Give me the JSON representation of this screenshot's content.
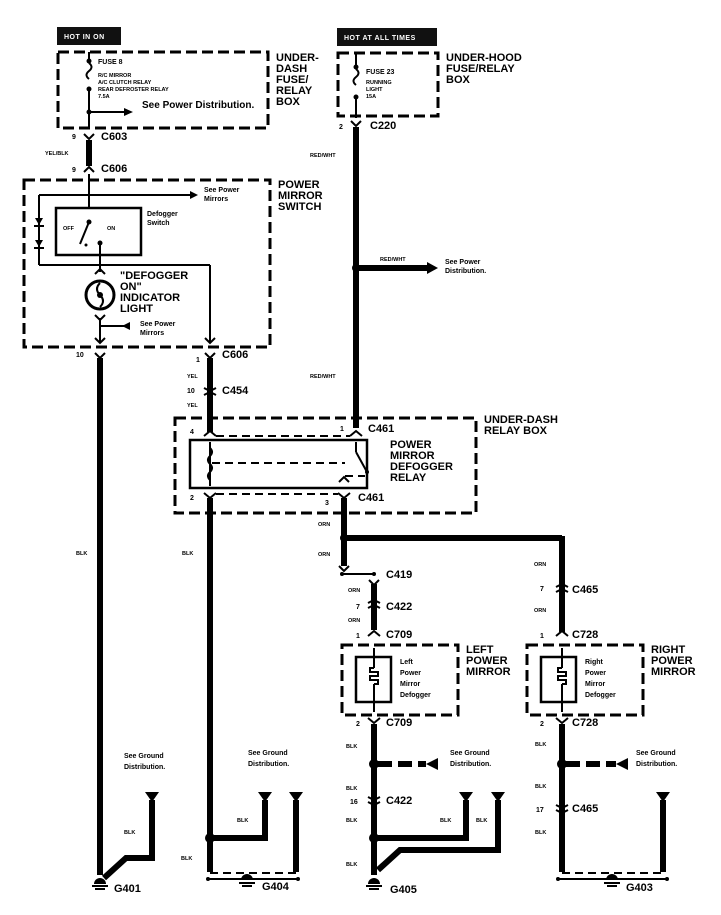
{
  "power_sources": {
    "hot_in_on": "HOT IN ON",
    "hot_at_all_times": "HOT AT ALL TIMES"
  },
  "underdash_fuse_box": {
    "label_lines": [
      "UNDER-",
      "DASH",
      "FUSE/",
      "RELAY",
      "BOX"
    ],
    "fuse_name": "FUSE 8",
    "fuse_lines": [
      "R/C MIRROR",
      "A/C CLUTCH RELAY",
      "REAR DEFROSTER RELAY",
      "7.5A"
    ],
    "note": "See Power Distribution."
  },
  "underhood_fuse_box": {
    "label_lines": [
      "UNDER-HOOD",
      "FUSE/RELAY",
      "BOX"
    ],
    "fuse_name": "FUSE 23",
    "fuse_lines": [
      "RUNNING",
      "LIGHT",
      "15A"
    ]
  },
  "power_mirror_switch": {
    "label_lines": [
      "POWER",
      "MIRROR",
      "SWITCH"
    ],
    "defogger_switch_lines": [
      "Defogger",
      "Switch"
    ],
    "off_label": "OFF",
    "on_label": "ON",
    "indicator_lines": [
      "\"DEFOGGER",
      "ON\"",
      "INDICATOR",
      "LIGHT"
    ],
    "note_top": [
      "See Power",
      "Mirrors"
    ],
    "note_bottom": [
      "See Power",
      "Mirrors"
    ]
  },
  "connectors": {
    "c603": {
      "name": "C603",
      "pin": "9"
    },
    "c606_top": {
      "name": "C606",
      "pin": "9"
    },
    "c606_bottom": {
      "name": "C606",
      "pin_left": "10",
      "pin_right": "1"
    },
    "c220": {
      "name": "C220",
      "pin": "2"
    },
    "c454": {
      "name": "C454",
      "pin": "10"
    },
    "c461_top": {
      "name": "C461",
      "pin_left": "4",
      "pin_right": "1"
    },
    "c461_bottom": {
      "name": "C461",
      "pin_left": "2",
      "pin_right": "3"
    },
    "c419": {
      "name": "C419"
    },
    "c422_top": {
      "name": "C422",
      "pin": "7"
    },
    "c709_top": {
      "name": "C709",
      "pin": "1"
    },
    "c709_bottom": {
      "name": "C709",
      "pin": "2"
    },
    "c465_top": {
      "name": "C465",
      "pin": "7"
    },
    "c728_top": {
      "name": "C728",
      "pin": "1"
    },
    "c728_bottom": {
      "name": "C728",
      "pin": "2"
    },
    "c422_bottom": {
      "name": "C422",
      "pin": "16"
    },
    "c465_bottom": {
      "name": "C465",
      "pin": "17"
    }
  },
  "wire_colors": {
    "yel_blk": "YEL/BLK",
    "red_wht": "RED/WHT",
    "yel": "YEL",
    "orn": "ORN",
    "blk": "BLK"
  },
  "red_wht_note": [
    "See Power",
    "Distribution."
  ],
  "relay_box": {
    "label_lines": [
      "UNDER-DASH",
      "RELAY BOX"
    ],
    "relay_lines": [
      "POWER",
      "MIRROR",
      "DEFOGGER",
      "RELAY"
    ]
  },
  "left_mirror": {
    "label_lines": [
      "LEFT",
      "POWER",
      "MIRROR"
    ],
    "component_lines": [
      "Left",
      "Power",
      "Mirror",
      "Defogger"
    ]
  },
  "right_mirror": {
    "label_lines": [
      "RIGHT",
      "POWER",
      "MIRROR"
    ],
    "component_lines": [
      "Right",
      "Power",
      "Mirror",
      "Defogger"
    ]
  },
  "ground_note": [
    "See Ground",
    "Distribution."
  ],
  "grounds": {
    "g401": "G401",
    "g404": "G404",
    "g405": "G405",
    "g403": "G403"
  }
}
